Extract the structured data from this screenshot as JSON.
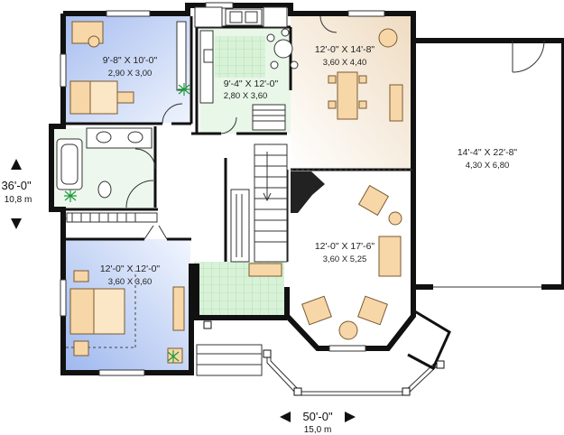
{
  "rooms": {
    "bedroom2": {
      "imperial": "9'-8\" X 10'-0\"",
      "metric": "2,90 X 3,00"
    },
    "kitchen": {
      "imperial": "9'-4\" X 12'-0\"",
      "metric": "2,80 X 3,60"
    },
    "dining": {
      "imperial": "12'-0\" X 14'-8\"",
      "metric": "3,60 X 4,40"
    },
    "garage": {
      "imperial": "14'-4\" X 22'-8\"",
      "metric": "4,30 X 6,80"
    },
    "living": {
      "imperial": "12'-0\" X 17'-6\"",
      "metric": "3,60 X 5,25"
    },
    "master_bedroom": {
      "imperial": "12'-0\" X 12'-0\"",
      "metric": "3,60 X 3,60"
    }
  },
  "dimensions": {
    "depth": {
      "imperial": "36'-0\"",
      "metric": "10,8 m"
    },
    "width": {
      "imperial": "50'-0\"",
      "metric": "15,0 m"
    }
  },
  "colors": {
    "bedroom_fill": "#c9d8f5",
    "kitchen_fill": "#d4f0d4",
    "dining_fill": "#f6ead9",
    "furniture": "#f7d7a8",
    "wall": "#111111"
  }
}
